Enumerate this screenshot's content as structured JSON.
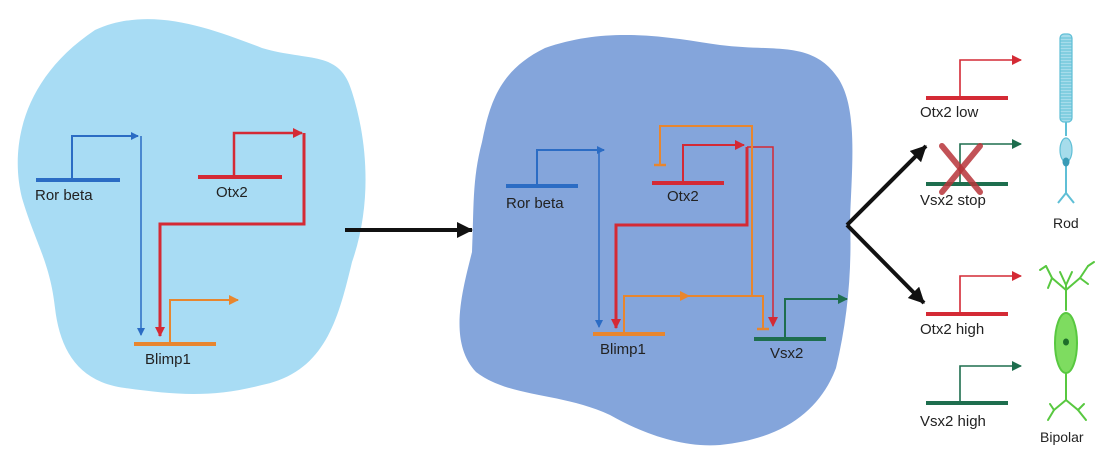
{
  "colors": {
    "cell_left": "#a8dcf4",
    "cell_middle": "#84a5db",
    "ror_beta": "#2b6cc4",
    "otx2": "#d42a35",
    "blimp1": "#e8862e",
    "vsx2": "#1e6e4e",
    "rod": "#5fbfd6",
    "bipolar": "#58c840",
    "arrow": "#111111"
  },
  "left_cell": {
    "genes": {
      "ror_beta": "Ror beta",
      "otx2": "Otx2",
      "blimp1": "Blimp1"
    }
  },
  "middle_cell": {
    "genes": {
      "ror_beta": "Ror beta",
      "otx2": "Otx2",
      "blimp1": "Blimp1",
      "vsx2": "Vsx2"
    }
  },
  "outcomes": {
    "rod_path": {
      "otx2": "Otx2 low",
      "vsx2": "Vsx2 stop",
      "cell": "Rod"
    },
    "bipolar_path": {
      "otx2": "Otx2 high",
      "vsx2": "Vsx2 high",
      "cell": "Bipolar"
    }
  }
}
